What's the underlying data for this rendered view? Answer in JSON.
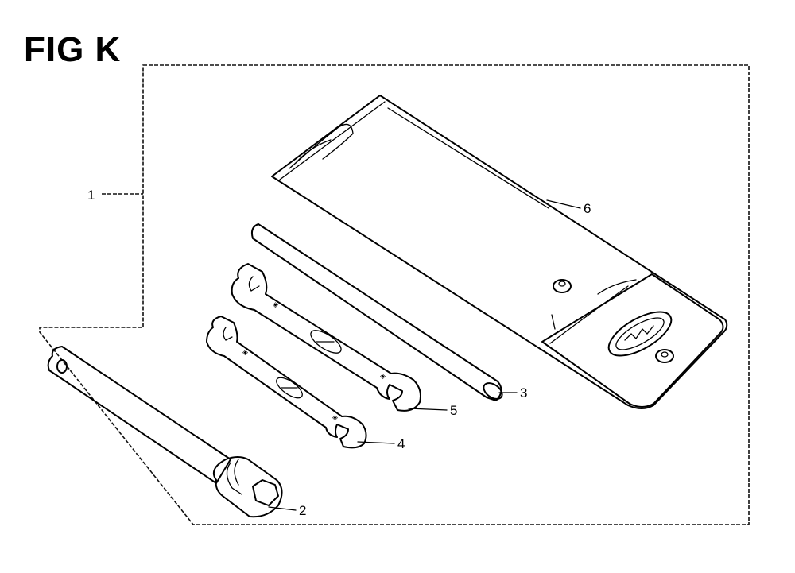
{
  "figure": {
    "title": "FIG K"
  },
  "callouts": [
    {
      "id": "1",
      "label": "1"
    },
    {
      "id": "2",
      "label": "2"
    },
    {
      "id": "3",
      "label": "3"
    },
    {
      "id": "4",
      "label": "4"
    },
    {
      "id": "5",
      "label": "5"
    },
    {
      "id": "6",
      "label": "6"
    }
  ],
  "colors": {
    "ink": "#000000",
    "paper": "#ffffff"
  }
}
